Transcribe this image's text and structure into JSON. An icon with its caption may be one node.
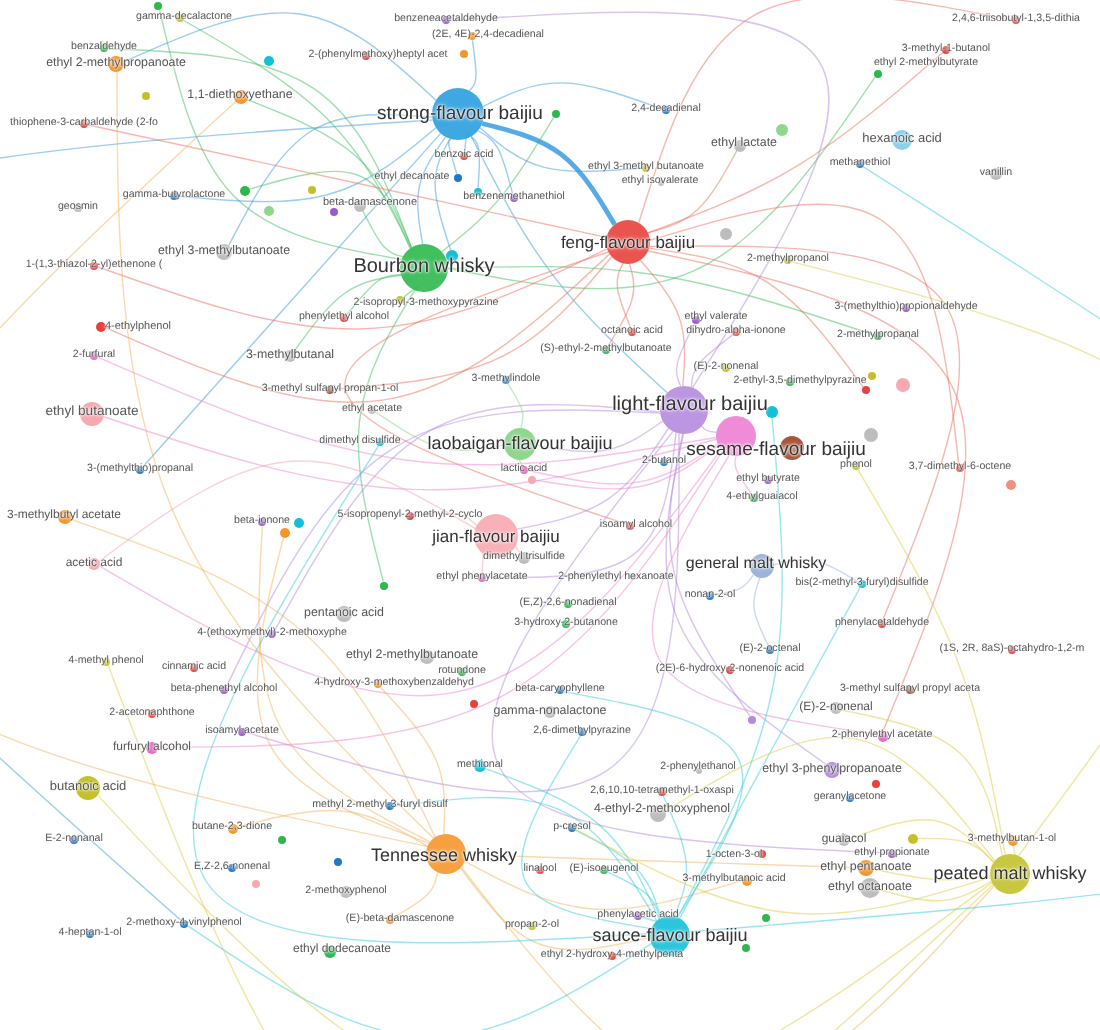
{
  "diagram": {
    "nodes": [
      {
        "text": [
          "gamma-decalactone"
        ]
      },
      {
        "text": [
          "benzeneacetaldehyde"
        ]
      },
      {
        "text": [
          "2,4,6-triisobutyl-1,3,5-dithia"
        ]
      },
      {
        "text": [
          "(2E, 4E)-2,4-decadienal"
        ]
      },
      {
        "text": [
          "benzaldehyde"
        ]
      },
      {
        "text": [
          "3-methyl-1-butanol"
        ]
      },
      {
        "text": [
          "2-(phenylmethoxy)heptyl acet"
        ]
      },
      {
        "text": [
          "ethyl 2-methylpropanoate"
        ]
      },
      {
        "text": [
          "ethyl 2-methylbutyrate"
        ]
      },
      {
        "text": [
          "1,1-diethoxyethane"
        ]
      },
      {
        "text": [
          "2,4-decadienal"
        ]
      },
      {
        "text": [
          "strong-flavour baijiu"
        ]
      },
      {
        "text": [
          "thiophene-3-carbaldehyde (2-fo"
        ]
      },
      {
        "text": [
          "hexanoic acid"
        ]
      },
      {
        "text": [
          "ethyl lactate"
        ]
      },
      {
        "text": [
          "benzoic acid"
        ]
      },
      {
        "text": [
          "methanethiol"
        ]
      },
      {
        "text": [
          "ethyl 3-methyl butanoate"
        ]
      },
      {
        "text": [
          "vanillin"
        ]
      },
      {
        "text": [
          "ethyl decanoate"
        ]
      },
      {
        "text": [
          "ethyl isovalerate"
        ]
      },
      {
        "text": [
          "gamma-butyrolactone"
        ]
      },
      {
        "text": [
          "benzenemethanethiol"
        ]
      },
      {
        "text": [
          "beta-damascenone"
        ]
      },
      {
        "text": [
          "geosmin"
        ]
      },
      {
        "text": [
          "feng-flavour baijiu"
        ]
      },
      {
        "text": [
          "ethyl 3-methylbutanoate"
        ]
      },
      {
        "text": [
          "2-methylpropanol"
        ]
      },
      {
        "text": [
          "1-(1,3-thiazol-2-yl)ethenone ("
        ]
      },
      {
        "text": [
          "Bourbon whisky"
        ]
      },
      {
        "text": [
          "2-isopropyl-3-methoxypyrazine"
        ]
      },
      {
        "text": [
          "3-(methylthio)propionaldehyde"
        ]
      },
      {
        "text": [
          "phenylethyl alcohol"
        ]
      },
      {
        "text": [
          "ethyl valerate"
        ]
      },
      {
        "text": [
          "4-ethylphenol"
        ]
      },
      {
        "text": [
          "dihydro-alpha-ionone"
        ]
      },
      {
        "text": [
          "octanoic acid"
        ]
      },
      {
        "text": [
          "2-methylpropanal"
        ]
      },
      {
        "text": [
          "(S)-ethyl-2-methylbutanoate"
        ]
      },
      {
        "text": [
          "2-furfural"
        ]
      },
      {
        "text": [
          "3-methylbutanal"
        ]
      },
      {
        "text": [
          "(E)-2-nonenal"
        ]
      },
      {
        "text": [
          "3-methylindole"
        ]
      },
      {
        "text": [
          "2-ethyl-3,5-dimethylpyrazine"
        ]
      },
      {
        "text": [
          "3-methyl sulfanyl propan-1-ol"
        ]
      },
      {
        "text": [
          "light-flavour baijiu"
        ]
      },
      {
        "text": [
          "ethyl acetate"
        ]
      },
      {
        "text": [
          "ethyl butanoate"
        ]
      },
      {
        "text": [
          "sesame-flavour baijiu"
        ]
      },
      {
        "text": [
          "dimethyl disulfide"
        ]
      },
      {
        "text": [
          "laobaigan-flavour baijiu"
        ]
      },
      {
        "text": [
          "phenol"
        ]
      },
      {
        "text": [
          "lactic acid"
        ]
      },
      {
        "text": [
          "2-butanol"
        ]
      },
      {
        "text": [
          "3,7-dimethyl-6-octene"
        ]
      },
      {
        "text": [
          "3-(methylthio)propanal"
        ]
      },
      {
        "text": [
          "ethyl butyrate"
        ]
      },
      {
        "text": [
          "4-ethylguaiacol"
        ]
      },
      {
        "text": [
          "3-methylbutyl acetate"
        ]
      },
      {
        "text": [
          "5-isopropenyl-2-methyl-2-cyclo"
        ]
      },
      {
        "text": [
          "beta-ionone"
        ]
      },
      {
        "text": [
          "isoamyl alcohol"
        ]
      },
      {
        "text": [
          "jian-flavour baijiu"
        ]
      },
      {
        "text": [
          "dimethyl trisulfide"
        ]
      },
      {
        "text": [
          "acetic acid"
        ]
      },
      {
        "text": [
          "general malt whisky"
        ]
      },
      {
        "text": [
          "2-phenylethyl hexanoate"
        ]
      },
      {
        "text": [
          "ethyl phenylacetate"
        ]
      },
      {
        "text": [
          "bis(2-methyl-3-furyl)disulfide"
        ]
      },
      {
        "text": [
          "nonan-2-ol"
        ]
      },
      {
        "text": [
          "(E,Z)-2,6-nonadienal"
        ]
      },
      {
        "text": [
          "pentanoic acid"
        ]
      },
      {
        "text": [
          "3-hydroxy-2-butanone"
        ]
      },
      {
        "text": [
          "phenylacetaldehyde"
        ]
      },
      {
        "text": [
          "4-(ethoxymethyl)-2-methoxyphe"
        ]
      },
      {
        "text": [
          "(E)-2-octenal"
        ]
      },
      {
        "text": [
          "(1S, 2R, 8aS)-octahydro-1,2-m"
        ]
      },
      {
        "text": [
          "ethyl 2-methylbutanoate"
        ]
      },
      {
        "text": [
          "4-methyl phenol"
        ]
      },
      {
        "text": [
          "cinnamic acid"
        ]
      },
      {
        "text": [
          "(2E)-6-hydroxy-2-nonenoic acid"
        ]
      },
      {
        "text": [
          "rotundone"
        ]
      },
      {
        "text": [
          "4-hydroxy-3-methoxybenzaldehyd"
        ]
      },
      {
        "text": [
          "beta-phenethyl alcohol"
        ]
      },
      {
        "text": [
          "beta-caryophyllene"
        ]
      },
      {
        "text": [
          "3-methyl sulfanyl propyl aceta"
        ]
      },
      {
        "text": [
          "(E)-2-nonenal"
        ]
      },
      {
        "text": [
          "gamma-nonalactone"
        ]
      },
      {
        "text": [
          "2-acetonaphthone"
        ]
      },
      {
        "text": [
          "2,6-dimethylpyrazine"
        ]
      },
      {
        "text": [
          "isoamyl acetate"
        ]
      },
      {
        "text": [
          "2-phenylethyl acetate"
        ]
      },
      {
        "text": [
          "furfuryl alcohol"
        ]
      },
      {
        "text": [
          "methional"
        ]
      },
      {
        "text": [
          "2-phenylethanol"
        ]
      },
      {
        "text": [
          "ethyl 3-phenylpropanoate"
        ]
      },
      {
        "text": [
          "butanoic acid"
        ]
      },
      {
        "text": [
          "2,6,10,10-tetramethyl-1-oxaspi"
        ]
      },
      {
        "text": [
          "geranylacetone"
        ]
      },
      {
        "text": [
          "methyl 2-methyl-3-furyl disulf"
        ]
      },
      {
        "text": [
          "4-ethyl-2-methoxyphenol"
        ]
      },
      {
        "text": [
          "butane-2,3-dione"
        ]
      },
      {
        "text": [
          "p-cresol"
        ]
      },
      {
        "text": [
          "E-2-nonanal"
        ]
      },
      {
        "text": [
          "guaiacol"
        ]
      },
      {
        "text": [
          "3-methylbutan-1-ol"
        ]
      },
      {
        "text": [
          "ethyl propionate"
        ]
      },
      {
        "text": [
          "1-octen-3-ol"
        ]
      },
      {
        "text": [
          "Tennessee whisky"
        ]
      },
      {
        "text": [
          "E,Z-2,6-nonenal"
        ]
      },
      {
        "text": [
          "linalool"
        ]
      },
      {
        "text": [
          "(E)-isoeugenol"
        ]
      },
      {
        "text": [
          "ethyl pentanoate"
        ]
      },
      {
        "text": [
          "peated malt whisky"
        ]
      },
      {
        "text": [
          "3-methylbutanoic acid"
        ]
      },
      {
        "text": [
          "ethyl octanoate"
        ]
      },
      {
        "text": [
          "2-methoxyphenol"
        ]
      },
      {
        "text": [
          "(E)-beta-damascenone"
        ]
      },
      {
        "text": [
          "phenylacetic acid"
        ]
      },
      {
        "text": [
          "2-methoxy-4-vinylphenol"
        ]
      },
      {
        "text": [
          "propan-2-ol"
        ]
      },
      {
        "text": [
          "4-heptan-1-ol"
        ]
      },
      {
        "text": [
          "sauce-flavour baijiu"
        ]
      },
      {
        "text": [
          "ethyl dodecanoate"
        ]
      },
      {
        "text": [
          "ethyl 2-hydroxy-4-methylpenta"
        ]
      },
      {
        "text": [],
        "shape": "circle"
      },
      {
        "text": [],
        "shape": "circle"
      },
      {
        "text": [],
        "shape": "circle"
      },
      {
        "text": [],
        "shape": "circle"
      },
      {
        "text": [],
        "shape": "circle"
      },
      {
        "text": [],
        "shape": "circle"
      },
      {
        "text": [],
        "shape": "circle"
      },
      {
        "text": [],
        "shape": "circle"
      },
      {
        "text": [],
        "shape": "circle"
      },
      {
        "text": [],
        "shape": "circle"
      },
      {
        "text": [],
        "shape": "circle"
      },
      {
        "text": [],
        "shape": "circle"
      },
      {
        "text": [],
        "shape": "circle"
      },
      {
        "text": [],
        "shape": "circle"
      },
      {
        "text": [],
        "shape": "circle"
      },
      {
        "text": [],
        "shape": "circle"
      },
      {
        "text": [],
        "shape": "circle"
      },
      {
        "text": [],
        "shape": "circle"
      },
      {
        "text": [],
        "shape": "circle"
      },
      {
        "text": [],
        "shape": "circle"
      },
      {
        "text": [],
        "shape": "circle"
      },
      {
        "text": [],
        "shape": "circle"
      },
      {
        "text": [],
        "shape": "circle"
      },
      {
        "text": [],
        "shape": "circle"
      },
      {
        "text": [],
        "shape": "circle"
      },
      {
        "text": [],
        "shape": "circle"
      },
      {
        "text": [],
        "shape": "circle"
      },
      {
        "text": [],
        "shape": "circle"
      },
      {
        "text": [],
        "shape": "circle"
      },
      {
        "text": [],
        "shape": "circle"
      },
      {
        "text": [],
        "shape": "circle"
      },
      {
        "text": [],
        "shape": "circle"
      },
      {
        "text": [],
        "shape": "circle"
      }
    ],
    "edges": [
      {
        "from": 11,
        "to": 25,
        "arrow": "none",
        "style": "thick",
        "color": "#3a9be0"
      },
      {
        "from": 11,
        "to": 15,
        "arrow": "none",
        "color": "#3a9be0"
      },
      {
        "from": 11,
        "to": 19,
        "arrow": "none",
        "color": "#3a9be0"
      },
      {
        "from": 11,
        "to": 10,
        "arrow": "none",
        "color": "#3a9be0"
      },
      {
        "from": 11,
        "to": 3,
        "arrow": "none",
        "color": "#3a9be0"
      },
      {
        "from": 11,
        "to": 21,
        "arrow": "none",
        "color": "#3a9be0"
      },
      {
        "from": 11,
        "to": 26,
        "arrow": "none",
        "color": "#3a9be0"
      },
      {
        "from": 11,
        "to": 55,
        "arrow": "none",
        "color": "#3a9be0"
      },
      {
        "from": 11,
        "to": 133,
        "arrow": "none",
        "color": "#3a9be0"
      },
      {
        "from": 11,
        "to": 22,
        "arrow": "none",
        "color": "#3a9be0"
      },
      {
        "from": 11,
        "to": 17,
        "arrow": "none",
        "color": "#3a9be0"
      },
      {
        "from": 11,
        "to": 7,
        "arrow": "none",
        "color": "#3a9be0"
      },
      {
        "from": 11,
        "to": 119,
        "arrow": "none",
        "color": "#3a9be0"
      },
      {
        "from": 11,
        "to": 29,
        "arrow": "none",
        "color": "#3a9be0"
      },
      {
        "from": 11,
        "to": 45,
        "arrow": "none",
        "color": "#3a9be0"
      },
      {
        "from": 29,
        "to": 30,
        "arrow": "none",
        "color": "#3fbf5f"
      },
      {
        "from": 29,
        "to": 32,
        "arrow": "none",
        "color": "#3fbf5f"
      },
      {
        "from": 29,
        "to": 23,
        "arrow": "none",
        "color": "#3fbf5f"
      },
      {
        "from": 29,
        "to": 9,
        "arrow": "none",
        "color": "#3fbf5f"
      },
      {
        "from": 29,
        "to": 0,
        "arrow": "none",
        "color": "#3fbf5f"
      },
      {
        "from": 29,
        "to": 8,
        "arrow": "none",
        "color": "#3fbf5f"
      },
      {
        "from": 29,
        "to": 37,
        "arrow": "none",
        "color": "#3fbf5f"
      },
      {
        "from": 29,
        "to": 40,
        "arrow": "none",
        "color": "#3fbf5f"
      },
      {
        "from": 29,
        "to": 125,
        "arrow": "none",
        "color": "#3fbf5f"
      },
      {
        "from": 29,
        "to": 131,
        "arrow": "none",
        "color": "#3fbf5f"
      },
      {
        "from": 29,
        "to": 4,
        "arrow": "none",
        "color": "#3fbf5f"
      },
      {
        "from": 29,
        "to": 129,
        "arrow": "none",
        "color": "#3fbf5f"
      },
      {
        "from": 29,
        "to": 148,
        "arrow": "none",
        "color": "#3fbf5f"
      },
      {
        "from": 25,
        "to": 36,
        "arrow": "none",
        "color": "#f07060"
      },
      {
        "from": 25,
        "to": 38,
        "arrow": "none",
        "color": "#f07060"
      },
      {
        "from": 25,
        "to": 2,
        "arrow": "none",
        "color": "#f07060"
      },
      {
        "from": 25,
        "to": 5,
        "arrow": "none",
        "color": "#f07060"
      },
      {
        "from": 25,
        "to": 54,
        "arrow": "none",
        "color": "#f07060"
      },
      {
        "from": 25,
        "to": 34,
        "arrow": "none",
        "color": "#f07060"
      },
      {
        "from": 25,
        "to": 28,
        "arrow": "none",
        "color": "#f07060"
      },
      {
        "from": 25,
        "to": 12,
        "arrow": "none",
        "color": "#f07060"
      },
      {
        "from": 25,
        "to": 61,
        "arrow": "none",
        "color": "#f07060"
      },
      {
        "from": 25,
        "to": 73,
        "arrow": "none",
        "color": "#f07060"
      },
      {
        "from": 25,
        "to": 91,
        "arrow": "none",
        "color": "#f07060"
      },
      {
        "from": 25,
        "to": 14,
        "arrow": "none",
        "color": "#f07060"
      },
      {
        "from": 25,
        "to": 45,
        "arrow": "none",
        "color": "#f07060"
      },
      {
        "from": 25,
        "to": 44,
        "arrow": "none",
        "color": "#f07060"
      },
      {
        "from": 25,
        "to": 140,
        "arrow": "none",
        "color": "#f07060"
      },
      {
        "from": 45,
        "to": 1,
        "arrow": "none",
        "color": "#b48ae0"
      },
      {
        "from": 45,
        "to": 74,
        "arrow": "none",
        "color": "#b48ae0"
      },
      {
        "from": 45,
        "to": 90,
        "arrow": "none",
        "color": "#b48ae0"
      },
      {
        "from": 45,
        "to": 83,
        "arrow": "none",
        "color": "#b48ae0"
      },
      {
        "from": 45,
        "to": 67,
        "arrow": "none",
        "color": "#b48ae0"
      },
      {
        "from": 45,
        "to": 95,
        "arrow": "none",
        "color": "#b48ae0"
      },
      {
        "from": 45,
        "to": 106,
        "arrow": "none",
        "color": "#b48ae0"
      },
      {
        "from": 45,
        "to": 48,
        "arrow": "none",
        "color": "#b48ae0"
      },
      {
        "from": 45,
        "to": 50,
        "arrow": "none",
        "color": "#b48ae0"
      },
      {
        "from": 45,
        "to": 62,
        "arrow": "none",
        "color": "#b48ae0"
      },
      {
        "from": 45,
        "to": 33,
        "arrow": "none",
        "color": "#b48ae0"
      },
      {
        "from": 45,
        "to": 35,
        "arrow": "none",
        "color": "#b48ae0"
      },
      {
        "from": 45,
        "to": 150,
        "arrow": "none",
        "color": "#b48ae0"
      },
      {
        "from": 48,
        "to": 47,
        "arrow": "none",
        "color": "#ee88d0"
      },
      {
        "from": 48,
        "to": 39,
        "arrow": "none",
        "color": "#ee88d0"
      },
      {
        "from": 48,
        "to": 92,
        "arrow": "none",
        "color": "#ee88d0"
      },
      {
        "from": 48,
        "to": 64,
        "arrow": "none",
        "color": "#ee88d0"
      },
      {
        "from": 48,
        "to": 91,
        "arrow": "none",
        "color": "#ee88d0"
      },
      {
        "from": 48,
        "to": 52,
        "arrow": "none",
        "color": "#ee88d0"
      },
      {
        "from": 48,
        "to": 57,
        "arrow": "none",
        "color": "#ee88d0"
      },
      {
        "from": 48,
        "to": 144,
        "arrow": "none",
        "color": "#ee88d0"
      },
      {
        "from": 50,
        "to": 52,
        "arrow": "none",
        "color": "#8fd68f"
      },
      {
        "from": 50,
        "to": 46,
        "arrow": "none",
        "color": "#8fd68f"
      },
      {
        "from": 50,
        "to": 42,
        "arrow": "none",
        "color": "#8fd68f"
      },
      {
        "from": 62,
        "to": 63,
        "arrow": "none",
        "color": "#f3a6ae"
      },
      {
        "from": 62,
        "to": 67,
        "arrow": "none",
        "color": "#f3a6ae"
      },
      {
        "from": 62,
        "to": 64,
        "arrow": "none",
        "color": "#f3a6ae"
      },
      {
        "from": 62,
        "to": 59,
        "arrow": "none",
        "color": "#f3a6ae"
      },
      {
        "from": 108,
        "to": 7,
        "arrow": "none",
        "color": "#f7b35c"
      },
      {
        "from": 108,
        "to": 9,
        "arrow": "none",
        "color": "#f7b35c"
      },
      {
        "from": 108,
        "to": 58,
        "arrow": "none",
        "color": "#f7b35c"
      },
      {
        "from": 108,
        "to": 101,
        "arrow": "none",
        "color": "#f7b35c"
      },
      {
        "from": 108,
        "to": 117,
        "arrow": "none",
        "color": "#f7b35c"
      },
      {
        "from": 108,
        "to": 82,
        "arrow": "none",
        "color": "#f7b35c"
      },
      {
        "from": 108,
        "to": 114,
        "arrow": "none",
        "color": "#f7b35c"
      },
      {
        "from": 108,
        "to": 112,
        "arrow": "none",
        "color": "#f7b35c"
      },
      {
        "from": 108,
        "to": 147,
        "arrow": "none",
        "color": "#f7b35c"
      },
      {
        "from": 108,
        "to": 122,
        "arrow": "none",
        "color": "#f7b35c"
      },
      {
        "from": 108,
        "to": 113,
        "arrow": "none",
        "color": "#f7b35c"
      },
      {
        "from": 108,
        "to": 60,
        "arrow": "none",
        "color": "#f7b35c"
      },
      {
        "from": 122,
        "to": 93,
        "arrow": "none",
        "color": "#35cde0"
      },
      {
        "from": 122,
        "to": 16,
        "arrow": "none",
        "color": "#35cde0"
      },
      {
        "from": 122,
        "to": 119,
        "arrow": "none",
        "color": "#35cde0"
      },
      {
        "from": 122,
        "to": 49,
        "arrow": "none",
        "color": "#35cde0"
      },
      {
        "from": 122,
        "to": 68,
        "arrow": "none",
        "color": "#35cde0"
      },
      {
        "from": 122,
        "to": 99,
        "arrow": "none",
        "color": "#35cde0"
      },
      {
        "from": 122,
        "to": 102,
        "arrow": "none",
        "color": "#35cde0"
      },
      {
        "from": 122,
        "to": 89,
        "arrow": "none",
        "color": "#35cde0"
      },
      {
        "from": 122,
        "to": 84,
        "arrow": "none",
        "color": "#35cde0"
      },
      {
        "from": 122,
        "to": 118,
        "arrow": "none",
        "color": "#35cde0"
      },
      {
        "from": 122,
        "to": 111,
        "arrow": "none",
        "color": "#35cde0"
      },
      {
        "from": 11,
        "to": 137,
        "arrow": "none",
        "color": "#3a9be0"
      },
      {
        "from": 122,
        "to": 141,
        "arrow": "none",
        "color": "#35cde0"
      },
      {
        "from": 122,
        "to": 97,
        "arrow": "none",
        "color": "#35cde0"
      },
      {
        "from": 113,
        "to": 104,
        "arrow": "none",
        "color": "#dcd040"
      },
      {
        "from": 113,
        "to": 78,
        "arrow": "none",
        "color": "#dcd040"
      },
      {
        "from": 113,
        "to": 96,
        "arrow": "none",
        "color": "#dcd040"
      },
      {
        "from": 113,
        "to": 51,
        "arrow": "none",
        "color": "#dcd040"
      },
      {
        "from": 113,
        "to": 27,
        "arrow": "none",
        "color": "#dcd040"
      },
      {
        "from": 113,
        "to": 115,
        "arrow": "none",
        "color": "#dcd040"
      },
      {
        "from": 113,
        "to": 112,
        "arrow": "none",
        "color": "#dcd040"
      },
      {
        "from": 113,
        "to": 105,
        "arrow": "none",
        "color": "#dcd040"
      },
      {
        "from": 113,
        "to": 100,
        "arrow": "none",
        "color": "#dcd040"
      },
      {
        "from": 113,
        "to": 102,
        "arrow": "none",
        "color": "#dcd040"
      },
      {
        "from": 113,
        "to": 86,
        "arrow": "none",
        "color": "#dcd040"
      },
      {
        "from": 113,
        "to": 152,
        "arrow": "none",
        "color": "#dcd040"
      },
      {
        "from": 65,
        "to": 68,
        "arrow": "none",
        "color": "#9db4d8"
      },
      {
        "from": 65,
        "to": 75,
        "arrow": "none",
        "color": "#9db4d8"
      },
      {
        "from": 65,
        "to": 69,
        "arrow": "none",
        "color": "#9db4d8"
      }
    ]
  }
}
